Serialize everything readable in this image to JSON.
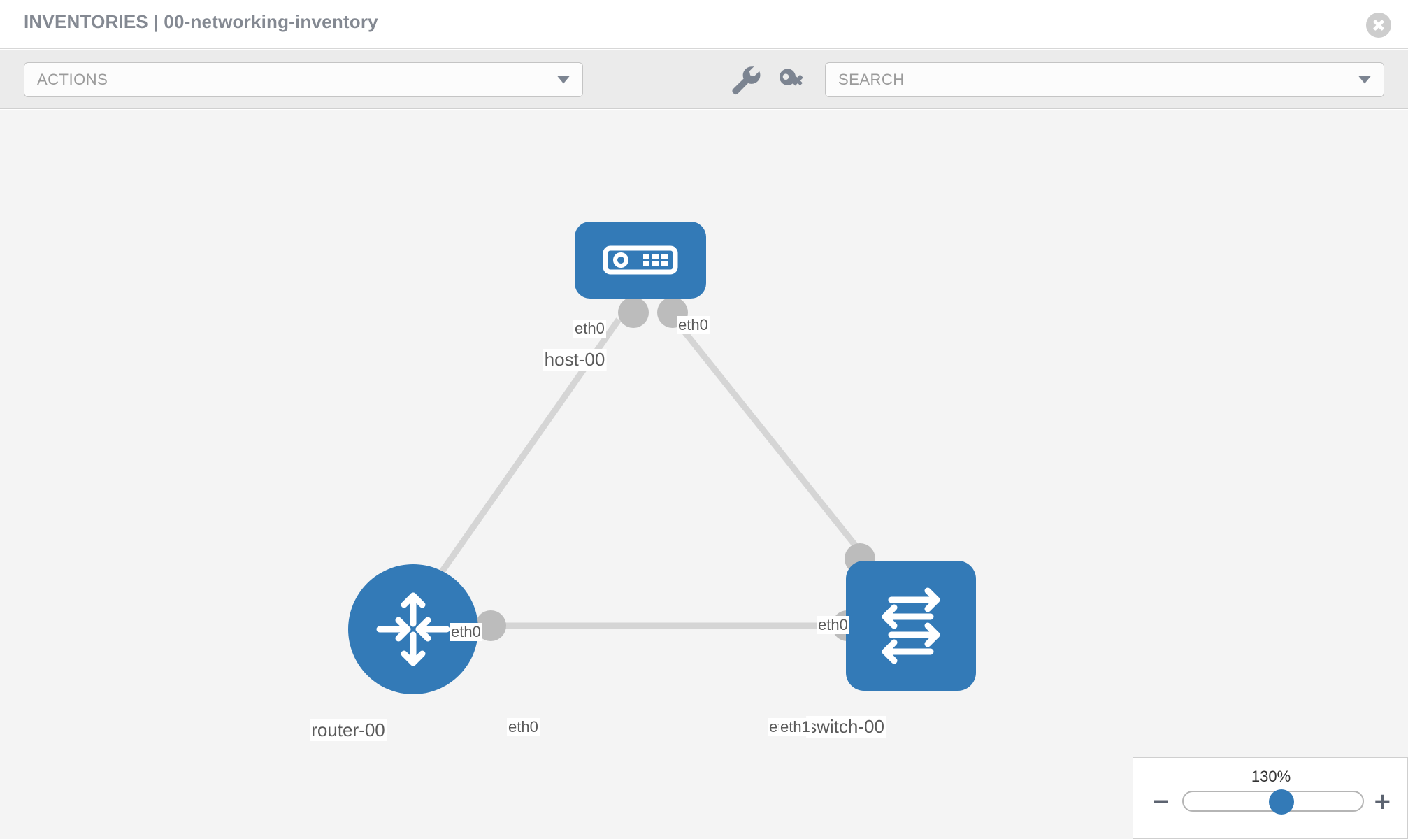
{
  "header": {
    "title": "INVENTORIES | 00-networking-inventory",
    "close_icon": "close-circle-icon"
  },
  "toolbar": {
    "actions_label": "ACTIONS",
    "search_placeholder": "SEARCH",
    "wrench_icon": "wrench-icon",
    "key_icon": "key-icon",
    "dropdown_icon": "chevron-down-icon"
  },
  "topology": {
    "nodes": [
      {
        "id": "host-00",
        "label": "host-00",
        "type": "host",
        "icon": "server-icon",
        "color": "#337ab7"
      },
      {
        "id": "router-00",
        "label": "router-00",
        "type": "router",
        "icon": "router-arrows-icon",
        "color": "#337ab7"
      },
      {
        "id": "switch-00",
        "label": "switch-00",
        "type": "switch",
        "icon": "switch-arrows-icon",
        "color": "#337ab7"
      }
    ],
    "links": [
      {
        "from": "host-00",
        "to": "router-00",
        "from_iface": "eth0",
        "to_iface": "eth0"
      },
      {
        "from": "host-00",
        "to": "switch-00",
        "from_iface": "eth0",
        "to_iface": "eth0"
      },
      {
        "from": "router-00",
        "to": "switch-00",
        "from_iface": "eth0",
        "to_iface": "eth1"
      }
    ],
    "iface_labels": {
      "host_left": "eth0",
      "host_right": "eth0",
      "router_up": "eth0",
      "switch_up": "eth0",
      "router_right": "eth0",
      "switch_left_occluded": "eth",
      "switch_left": "eth1"
    },
    "link_color": "#d5d5d5",
    "port_color": "#bcbcbc"
  },
  "zoom_control": {
    "value": "130%",
    "minus_label": "−",
    "plus_label": "+",
    "slider_position_pct": 54
  }
}
